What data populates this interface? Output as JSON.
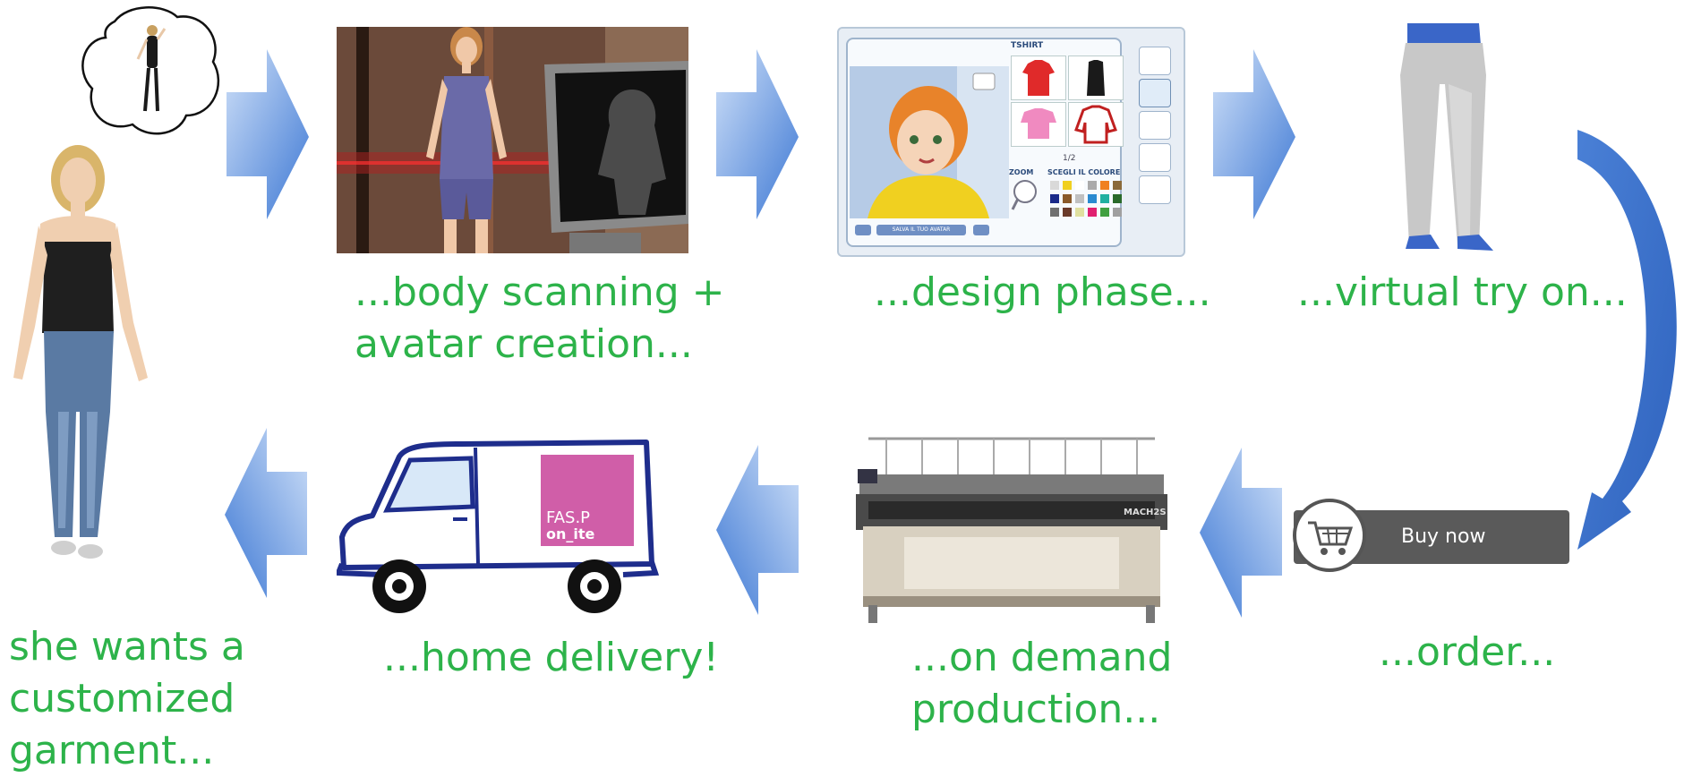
{
  "colors": {
    "caption": "#2db34a",
    "arrow_light": "#a9c8f2",
    "arrow_dark": "#3a74d0",
    "van_outline": "#1e2d8c",
    "van_logo": "#d05ea8"
  },
  "steps": {
    "start": {
      "caption": "she wants a\ncustomized\ngarment...",
      "icon": "woman-avatar-icon"
    },
    "scan": {
      "caption": "...body scanning +\navatar creation...",
      "icon": "body-scanner-icon"
    },
    "design": {
      "caption": "...design phase...",
      "icon": "design-app-icon",
      "app": {
        "category": "TSHIRT",
        "zoom_label": "ZOOM",
        "color_label": "SCEGLI IL COLORE",
        "page": "1/2",
        "save_button": "SALVA IL TUO AVATAR"
      }
    },
    "tryon": {
      "caption": "...virtual try on...",
      "icon": "trousers-icon"
    },
    "order": {
      "caption": "...order...",
      "button_label": "Buy now",
      "icon": "shopping-cart-icon"
    },
    "production": {
      "caption": "...on demand\nproduction...",
      "icon": "knitting-machine-icon",
      "machine_brand": "MACH2S"
    },
    "delivery": {
      "caption": "...home delivery!",
      "icon": "delivery-van-icon",
      "logo_line1": "FAS.P",
      "logo_line2": "on_ite"
    }
  }
}
